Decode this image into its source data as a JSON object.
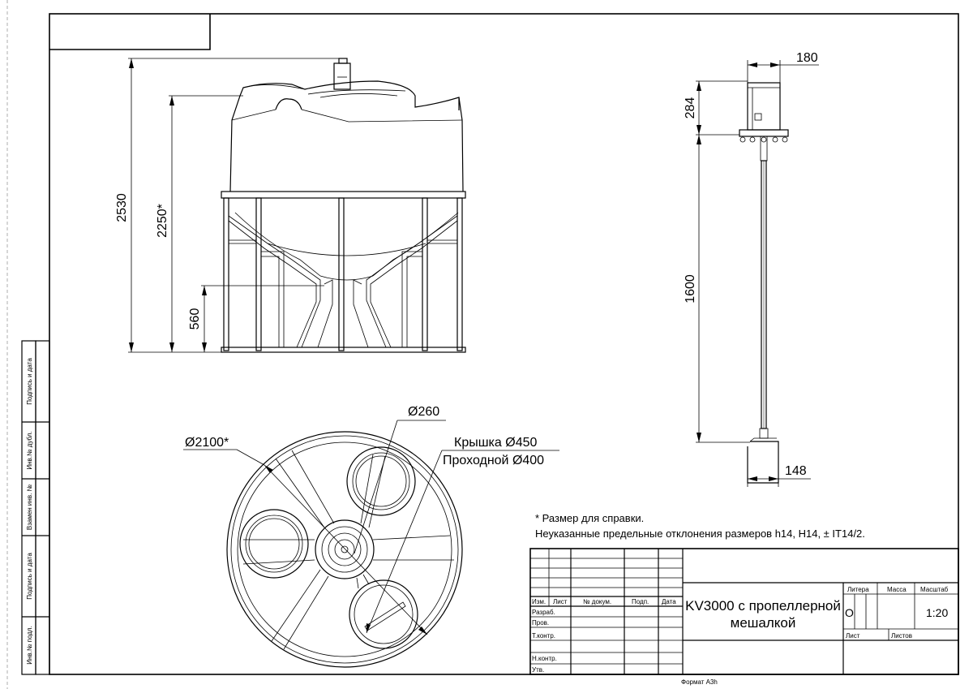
{
  "drawing": {
    "title_line1": "KV3000 с пропеллерной",
    "title_line2": "мешалкой",
    "format": "Формат А3h"
  },
  "side_stamp": [
    "Подпись и дата",
    "Инв.№ дубл.",
    "Взамен инв. №",
    "Подпись и дата",
    "Инв.№ подл."
  ],
  "dimensions": {
    "tank_overall_height": "2530",
    "tank_body_height": "2250*",
    "frame_leg_height": "560",
    "mixer_motor_width": "180",
    "mixer_motor_height": "284",
    "mixer_shaft_length": "1600",
    "propeller_width": "148",
    "hole_diameter": "Ø260",
    "tank_diameter": "Ø2100*",
    "lid_label": "Крышка Ø450",
    "passage_label": "Проходной Ø400"
  },
  "notes": {
    "reference": "* Размер для справки.",
    "tolerances": "Неуказанные предельные отклонения размеров h14, H14, ± IT14/2."
  },
  "title_block": {
    "headers": [
      "Изм.",
      "Лист",
      "№ докум.",
      "Подп.",
      "Дата"
    ],
    "roles": [
      "Разраб.",
      "Пров.",
      "Т.контр.",
      "",
      "Н.контр.",
      "Утв."
    ],
    "litera_label": "Литера",
    "mass_label": "Масса",
    "scale_label": "Масштаб",
    "litera_value": "О",
    "scale_value": "1:20",
    "sheet_label": "Лист",
    "sheets_label": "Листов"
  }
}
